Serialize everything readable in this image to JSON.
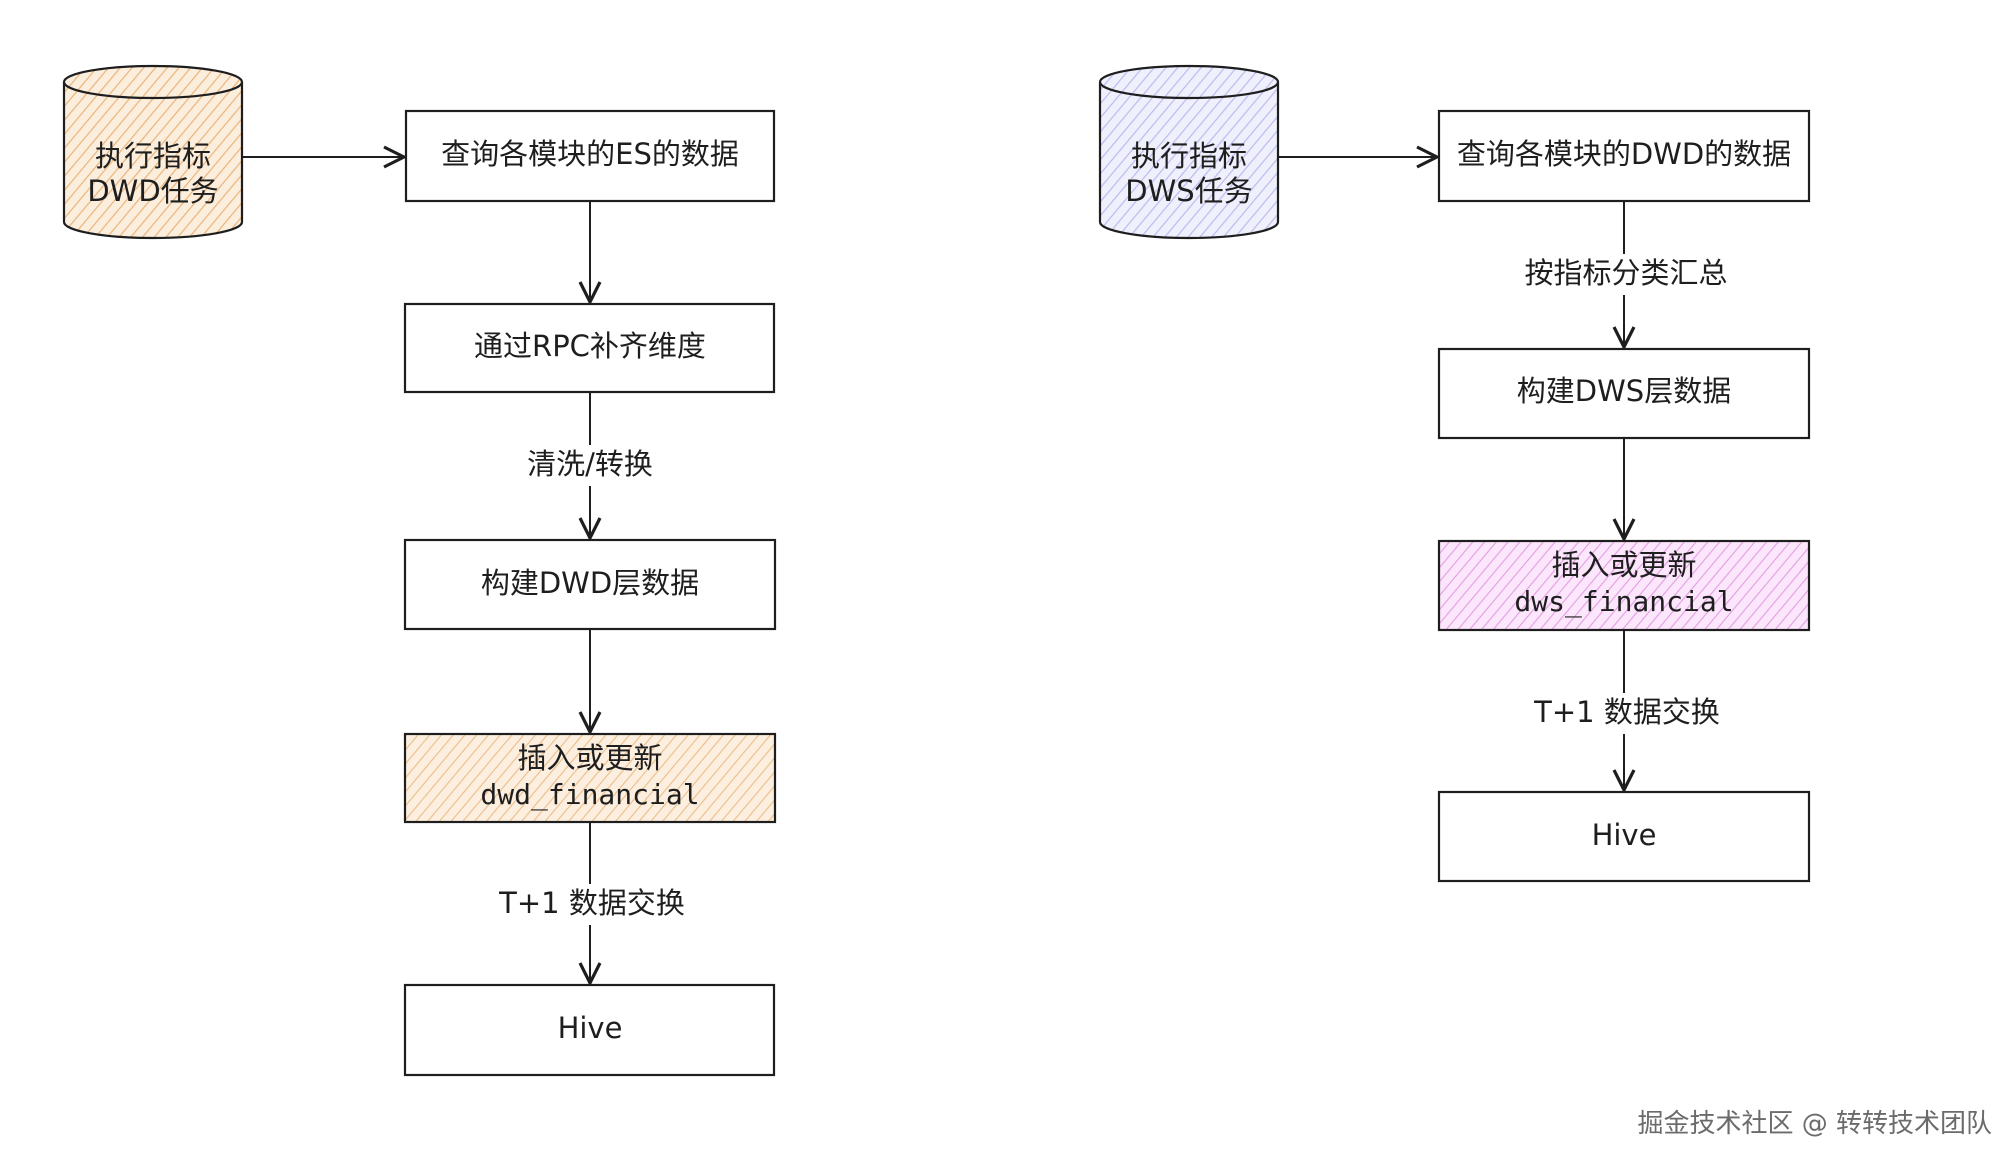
{
  "colors": {
    "stroke": "#1e1e1e",
    "dwd_task_fill": "#f5d9b3",
    "dws_task_fill": "#d9dcf7",
    "dwd_insert_fill": "#f8dcbc",
    "dws_insert_fill": "#f2bdf2",
    "watermark": "#6b6b6b"
  },
  "left_flow": {
    "task": {
      "line1": "执行指标",
      "line2": "DWD任务"
    },
    "query": "查询各模块的ES的数据",
    "rpc": "通过RPC补齐维度",
    "clean_label": "清洗/转换",
    "build": "构建DWD层数据",
    "insert": {
      "line1": "插入或更新",
      "line2": "dwd_financial"
    },
    "exchange_label": "T+1 数据交换",
    "hive": "Hive"
  },
  "right_flow": {
    "task": {
      "line1": "执行指标",
      "line2": "DWS任务"
    },
    "query": "查询各模块的DWD的数据",
    "group_label": "按指标分类汇总",
    "build": "构建DWS层数据",
    "insert": {
      "line1": "插入或更新",
      "line2": "dws_financial"
    },
    "exchange_label": "T+1 数据交换",
    "hive": "Hive"
  },
  "watermark": "掘金技术社区 @ 转转技术团队"
}
